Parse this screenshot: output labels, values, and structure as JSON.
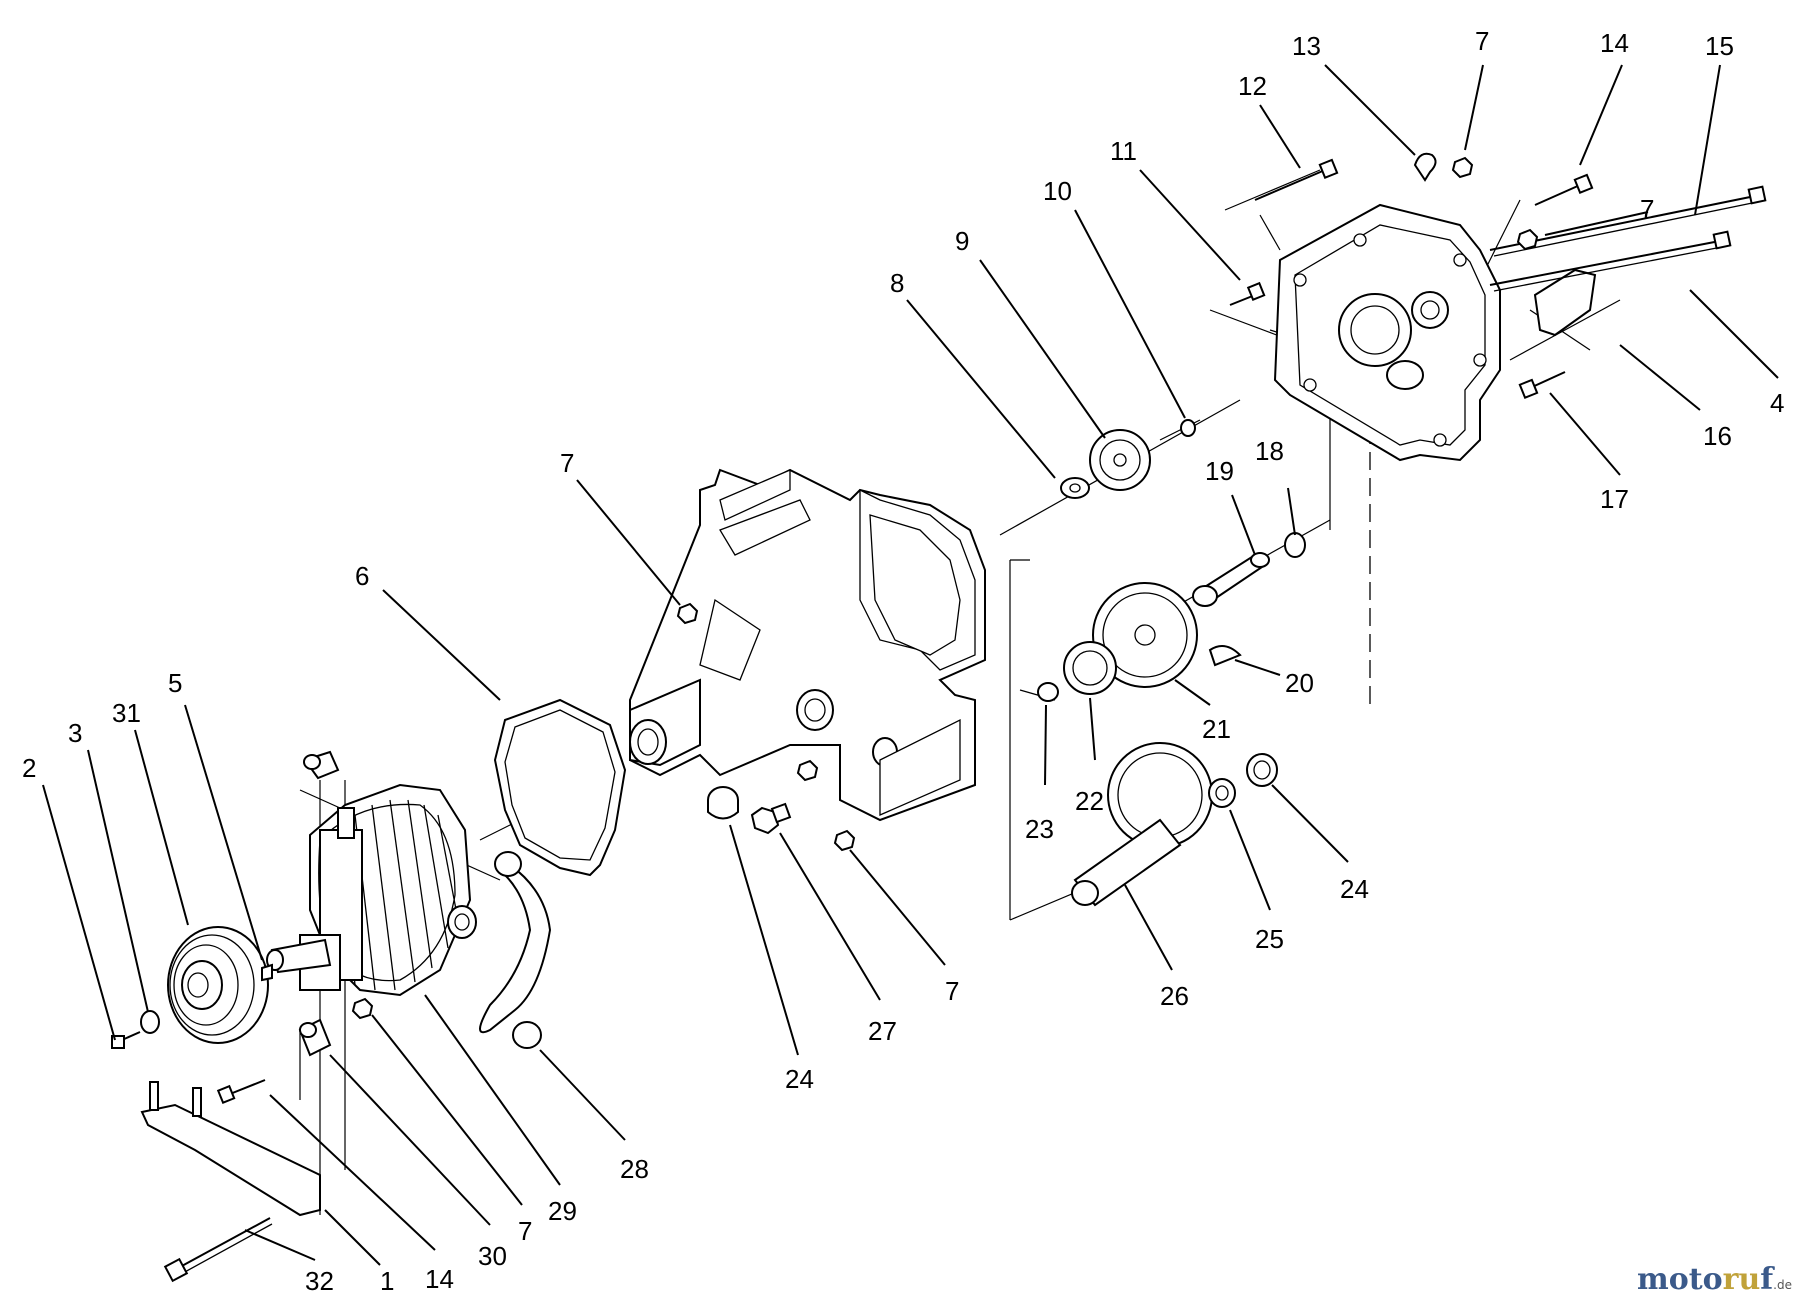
{
  "callouts": [
    {
      "id": "c1",
      "label": "1"
    },
    {
      "id": "c2",
      "label": "2"
    },
    {
      "id": "c3",
      "label": "3"
    },
    {
      "id": "c4",
      "label": "4"
    },
    {
      "id": "c5",
      "label": "5"
    },
    {
      "id": "c6",
      "label": "6"
    },
    {
      "id": "c7a",
      "label": "7"
    },
    {
      "id": "c7b",
      "label": "7"
    },
    {
      "id": "c7c",
      "label": "7"
    },
    {
      "id": "c7d",
      "label": "7"
    },
    {
      "id": "c7e",
      "label": "7"
    },
    {
      "id": "c8",
      "label": "8"
    },
    {
      "id": "c9",
      "label": "9"
    },
    {
      "id": "c10",
      "label": "10"
    },
    {
      "id": "c11",
      "label": "11"
    },
    {
      "id": "c12",
      "label": "12"
    },
    {
      "id": "c13",
      "label": "13"
    },
    {
      "id": "c14a",
      "label": "14"
    },
    {
      "id": "c14b",
      "label": "14"
    },
    {
      "id": "c15",
      "label": "15"
    },
    {
      "id": "c16",
      "label": "16"
    },
    {
      "id": "c17",
      "label": "17"
    },
    {
      "id": "c18",
      "label": "18"
    },
    {
      "id": "c19",
      "label": "19"
    },
    {
      "id": "c20",
      "label": "20"
    },
    {
      "id": "c21",
      "label": "21"
    },
    {
      "id": "c22",
      "label": "22"
    },
    {
      "id": "c23",
      "label": "23"
    },
    {
      "id": "c24a",
      "label": "24"
    },
    {
      "id": "c24b",
      "label": "24"
    },
    {
      "id": "c25",
      "label": "25"
    },
    {
      "id": "c26",
      "label": "26"
    },
    {
      "id": "c27",
      "label": "27"
    },
    {
      "id": "c28",
      "label": "28"
    },
    {
      "id": "c29",
      "label": "29"
    },
    {
      "id": "c30",
      "label": "30"
    },
    {
      "id": "c31",
      "label": "31"
    },
    {
      "id": "c32",
      "label": "32"
    }
  ],
  "watermark": {
    "part_a": "moto",
    "part_b": "ru",
    "part_c": "f",
    "suffix": ".de"
  }
}
